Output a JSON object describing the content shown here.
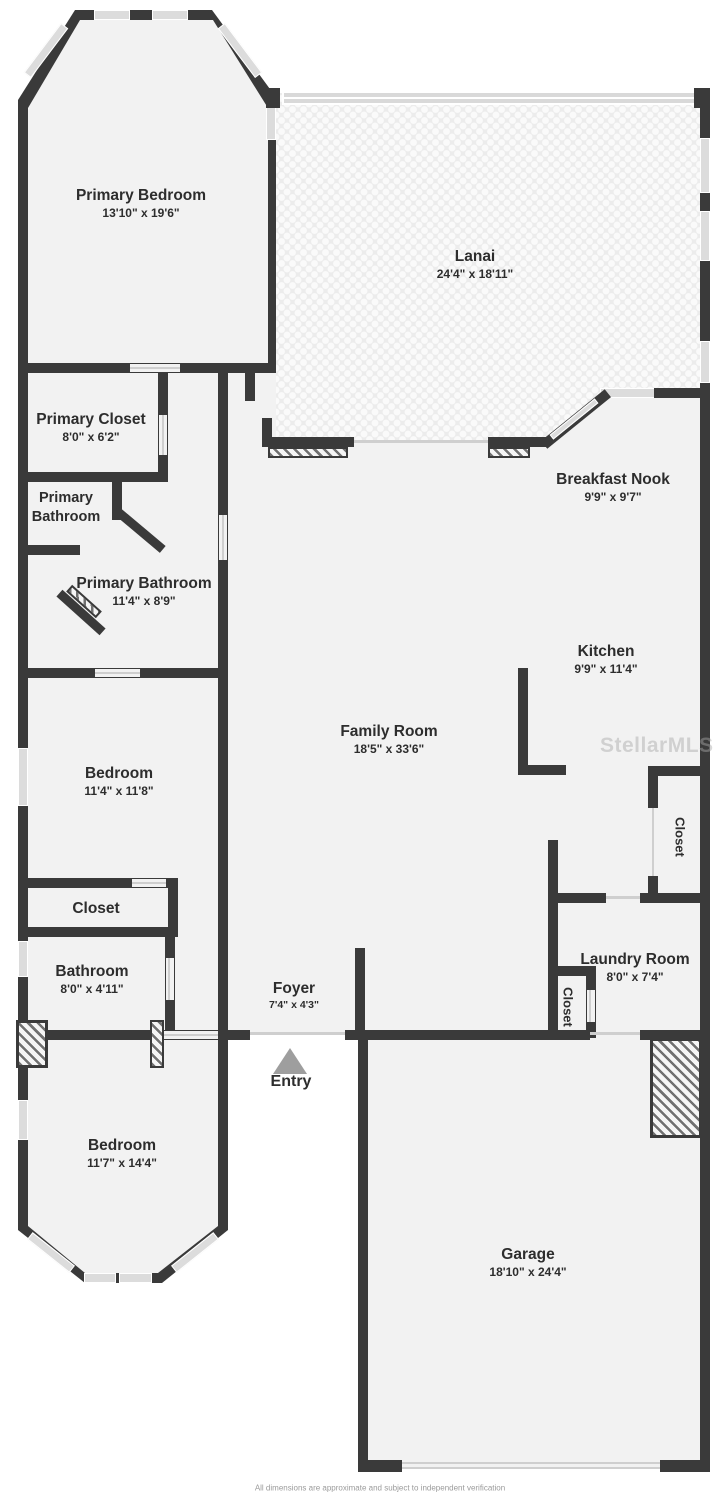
{
  "plan": {
    "watermark": "StellarMLS",
    "disclaimer": "All dimensions are approximate and subject to independent verification",
    "colors": {
      "wall": "#3a3a3a",
      "room_fill": "#f2f2f2",
      "window": "#dcdcdc",
      "entry_arrow": "#9e9e9e"
    },
    "icons": {
      "entry_arrow": "triangle-up"
    }
  },
  "rooms": {
    "primary_bedroom": {
      "name": "Primary Bedroom",
      "dims": "13'10\" x 19'6\""
    },
    "lanai": {
      "name": "Lanai",
      "dims": "24'4\" x 18'11\""
    },
    "primary_closet": {
      "name": "Primary Closet",
      "dims": "8'0\" x 6'2\""
    },
    "primary_bathroom_small": {
      "name": "Primary Bathroom"
    },
    "primary_bathroom": {
      "name": "Primary Bathroom",
      "dims": "11'4\" x 8'9\""
    },
    "breakfast_nook": {
      "name": "Breakfast Nook",
      "dims": "9'9\" x 9'7\""
    },
    "kitchen": {
      "name": "Kitchen",
      "dims": "9'9\" x 11'4\""
    },
    "family_room": {
      "name": "Family Room",
      "dims": "18'5\" x 33'6\""
    },
    "bedroom_mid": {
      "name": "Bedroom",
      "dims": "11'4\" x 11'8\""
    },
    "closet_hall": {
      "name": "Closet"
    },
    "bathroom": {
      "name": "Bathroom",
      "dims": "8'0\" x 4'11\""
    },
    "foyer": {
      "name": "Foyer",
      "dims": "7'4\" x 4'3\""
    },
    "entry": {
      "name": "Entry"
    },
    "closet_laundry": {
      "name": "Closet"
    },
    "laundry": {
      "name": "Laundry Room",
      "dims": "8'0\" x 7'4\""
    },
    "closet_right": {
      "name": "Closet"
    },
    "bedroom_front": {
      "name": "Bedroom",
      "dims": "11'7\" x 14'4\""
    },
    "garage": {
      "name": "Garage",
      "dims": "18'10\" x 24'4\""
    }
  }
}
